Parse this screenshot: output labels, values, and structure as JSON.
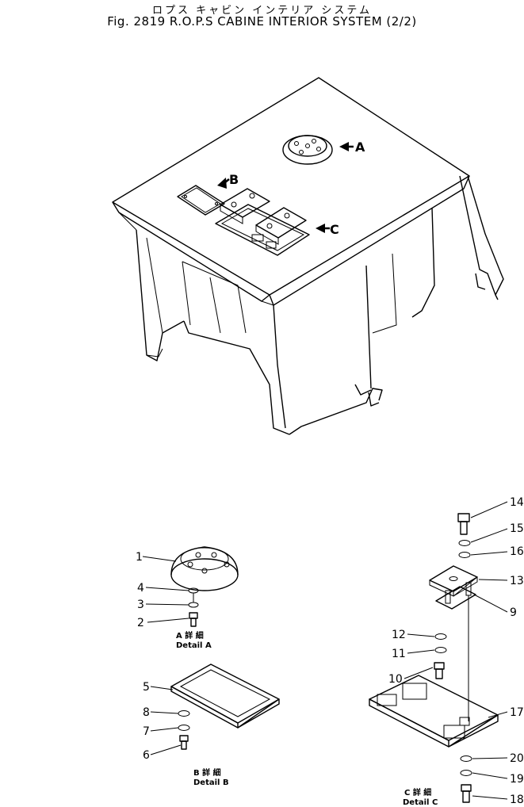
{
  "header": {
    "title_jp": "ロプス キャビン インテリア システム",
    "title_en": "Fig. 2819 R.O.P.S CABINE INTERIOR SYSTEM (2/2)"
  },
  "callouts": {
    "a": "A",
    "b": "B",
    "c": "C"
  },
  "parts": {
    "p1": "1",
    "p2": "2",
    "p3": "3",
    "p4": "4",
    "p5": "5",
    "p6": "6",
    "p7": "7",
    "p8": "8",
    "p9": "9",
    "p10": "10",
    "p11": "11",
    "p12": "12",
    "p13": "13",
    "p14": "14",
    "p15": "15",
    "p16": "16",
    "p17": "17",
    "p18": "18",
    "p19": "19",
    "p20": "20"
  },
  "details": {
    "a_jp": "A 詳 細",
    "a_en": "Detail A",
    "b_jp": "B 詳 細",
    "b_en": "Detail B",
    "c_jp": "C 詳 細",
    "c_en": "Detail C"
  }
}
